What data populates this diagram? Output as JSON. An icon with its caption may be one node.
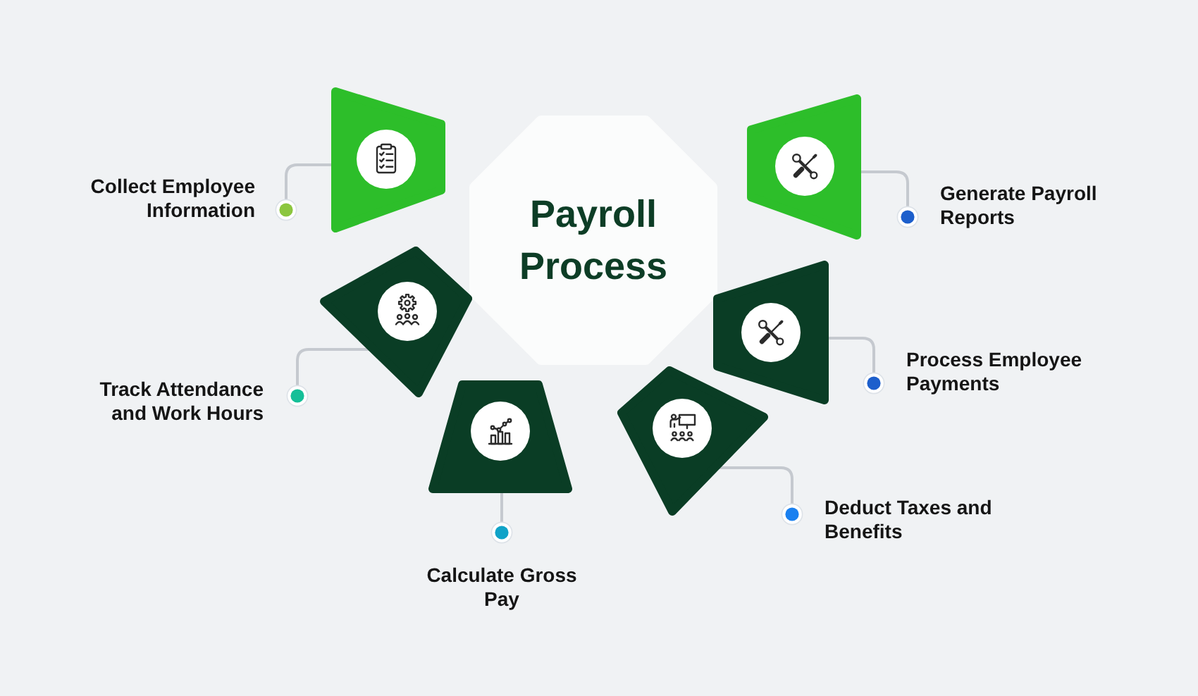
{
  "diagram": {
    "nodes": [
      {
        "text": [
          "Payroll Process"
        ]
      },
      {
        "text": [],
        "shape": "trapezoid"
      },
      {
        "text": [
          "Collect Employee Information"
        ]
      },
      {
        "text": [],
        "shape": "trapezoid"
      },
      {
        "text": [
          "Track Attendance and Work Hours"
        ]
      },
      {
        "text": [],
        "shape": "trapezoid"
      },
      {
        "text": [
          "Calculate Gross Pay"
        ]
      },
      {
        "text": [],
        "shape": "trapezoid"
      },
      {
        "text": [
          "Deduct Taxes and Benefits"
        ]
      },
      {
        "text": [],
        "shape": "trapezoid"
      },
      {
        "text": [
          "Process Employee Payments"
        ]
      },
      {
        "text": [],
        "shape": "trapezoid"
      },
      {
        "text": [
          "Generate Payroll Reports"
        ]
      }
    ],
    "edges": [
      {
        "from": 2,
        "to": 1,
        "arrow": "other"
      },
      {
        "from": 4,
        "to": 3,
        "arrow": "other"
      },
      {
        "from": 6,
        "to": 5,
        "arrow": "other"
      },
      {
        "from": 8,
        "to": 7,
        "arrow": "other"
      },
      {
        "from": 10,
        "to": 9,
        "arrow": "other"
      },
      {
        "from": 12,
        "to": 11,
        "arrow": "other"
      }
    ]
  }
}
